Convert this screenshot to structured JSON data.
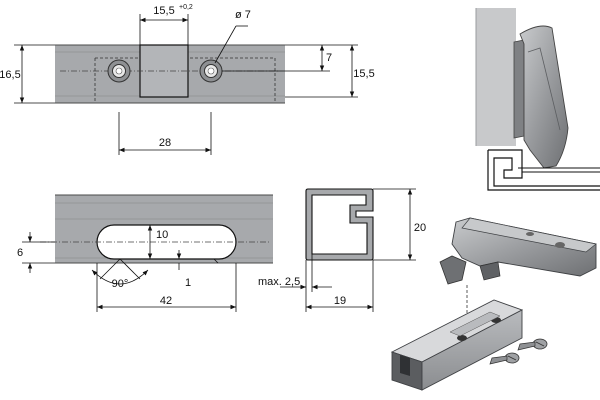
{
  "dimensions": {
    "top_slot_width": "15,5",
    "top_slot_tol": "+0,2",
    "hole_dia": "ø 7",
    "left_height": "16,5",
    "hole_offset": "7",
    "right_height": "15,5",
    "hole_spacing": "28",
    "oval_height": "10",
    "rail_offset": "6",
    "angle": "90°",
    "depth": "1",
    "oval_length": "42",
    "profile_height": "20",
    "wall_max": "max. 2,5",
    "profile_width": "19"
  },
  "colors": {
    "rail": "#a7a9ac",
    "line": "#111111",
    "wall": "#c8c9cb",
    "hinge": "#9b9da0"
  }
}
